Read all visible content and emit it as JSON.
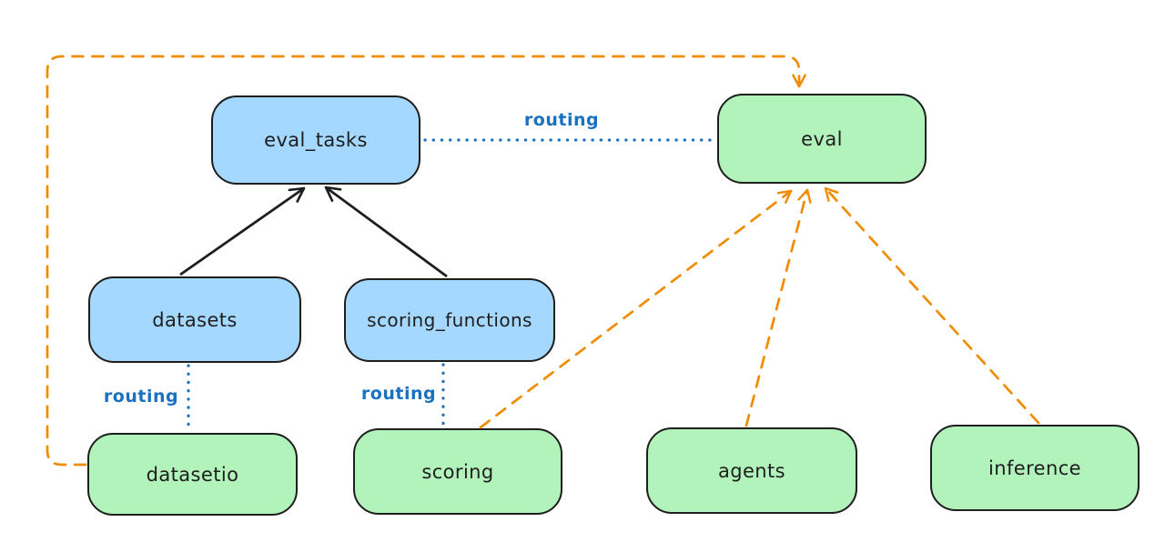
{
  "diagram": {
    "background": "#ffffff",
    "colors": {
      "registry_node_fill": "#a5d8ff",
      "provider_node_fill": "#b2f2bb",
      "node_stroke": "#1e1e1e",
      "routing_color": "#1971c2",
      "dashed_arrow_color": "#f08c00",
      "solid_arrow_color": "#1e1e1e"
    },
    "nodes": [
      {
        "id": "eval_tasks",
        "label": "eval_tasks",
        "color": "blue"
      },
      {
        "id": "eval",
        "label": "eval",
        "color": "green"
      },
      {
        "id": "datasets",
        "label": "datasets",
        "color": "blue"
      },
      {
        "id": "scoring_functions",
        "label": "scoring_functions",
        "color": "blue"
      },
      {
        "id": "datasetio",
        "label": "datasetio",
        "color": "green"
      },
      {
        "id": "scoring",
        "label": "scoring",
        "color": "green"
      },
      {
        "id": "agents",
        "label": "agents",
        "color": "green"
      },
      {
        "id": "inference",
        "label": "inference",
        "color": "green"
      }
    ],
    "edges": [
      {
        "from": "datasets",
        "to": "eval_tasks",
        "style": "solid-black-arrow"
      },
      {
        "from": "scoring_functions",
        "to": "eval_tasks",
        "style": "solid-black-arrow"
      },
      {
        "from": "eval_tasks",
        "to": "eval",
        "style": "dotted-blue",
        "label": "routing"
      },
      {
        "from": "datasets",
        "to": "datasetio",
        "style": "dotted-blue",
        "label": "routing"
      },
      {
        "from": "scoring_functions",
        "to": "scoring",
        "style": "dotted-blue",
        "label": "routing"
      },
      {
        "from": "datasetio",
        "to": "eval",
        "style": "dashed-orange-arrow"
      },
      {
        "from": "scoring",
        "to": "eval",
        "style": "dashed-orange-arrow"
      },
      {
        "from": "agents",
        "to": "eval",
        "style": "dashed-orange-arrow"
      },
      {
        "from": "inference",
        "to": "eval",
        "style": "dashed-orange-arrow"
      }
    ]
  }
}
